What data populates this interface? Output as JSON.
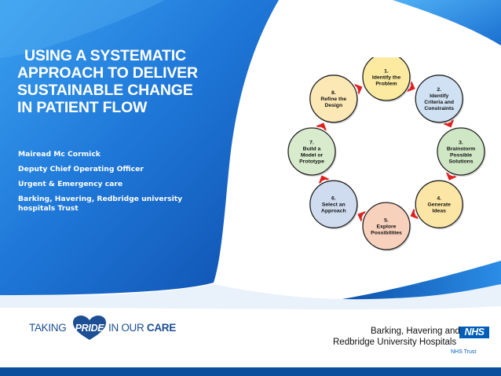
{
  "slide": {
    "title_lines": [
      "USING A SYSTEMATIC",
      "APPROACH TO DELIVER",
      "SUSTAINABLE CHANGE",
      "IN PATIENT FLOW"
    ],
    "author": {
      "name": "Mairead Mc Cormick",
      "role": "Deputy Chief Operating Officer",
      "dept": "Urgent & Emergency care",
      "org_line1": "Barking, Havering, Redbridge university",
      "org_line2": "hospitals Trust"
    }
  },
  "cycle": {
    "steps": [
      {
        "lines": [
          "1.",
          "Identify the",
          "Problem"
        ],
        "color": "#fbeaa0"
      },
      {
        "lines": [
          "2.",
          "Identify",
          "Criteria and",
          "Constraints"
        ],
        "color": "#cfe1f2"
      },
      {
        "lines": [
          "3.",
          "Brainstorm",
          "Possible",
          "Solutions"
        ],
        "color": "#cfe7c4"
      },
      {
        "lines": [
          "4.",
          "Generate",
          "Ideas"
        ],
        "color": "#fbe6a6"
      },
      {
        "lines": [
          "5.",
          "Explore",
          "Possibilities"
        ],
        "color": "#f8d1bd"
      },
      {
        "lines": [
          "6.",
          "Select an",
          "Approach"
        ],
        "color": "#cfdcef"
      },
      {
        "lines": [
          "7.",
          "Build a",
          "Model or",
          "Prototype"
        ],
        "color": "#d8eccd"
      },
      {
        "lines": [
          "8.",
          "Refine the",
          "Design"
        ],
        "color": "#fbe8b4"
      }
    ],
    "arrow_color": "#e02020"
  },
  "footer": {
    "pride_left": "TAKING",
    "pride_word": "PRIDE",
    "pride_right_1": "IN OUR",
    "pride_right_2": "CARE",
    "trust_line1": "Barking, Havering and",
    "trust_line2": "Redbridge University Hospitals",
    "trust_line3": "NHS Trust",
    "nhs_logo": "NHS"
  },
  "colors": {
    "blue_dark": "#0b4f9c",
    "blue_mid": "#1f7ad8",
    "blue_light": "#3f9ff0",
    "nhs_blue": "#005eb8"
  }
}
